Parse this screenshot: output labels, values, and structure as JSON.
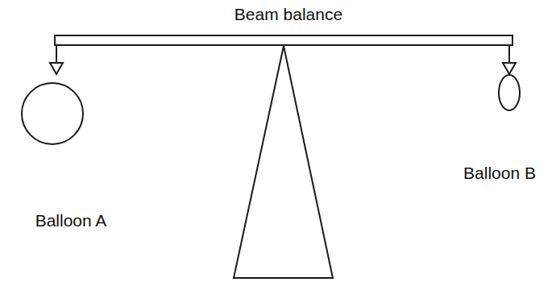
{
  "diagram": {
    "labels": [
      "Beam balance",
      "Balloon A",
      "Balloon B"
    ]
  }
}
